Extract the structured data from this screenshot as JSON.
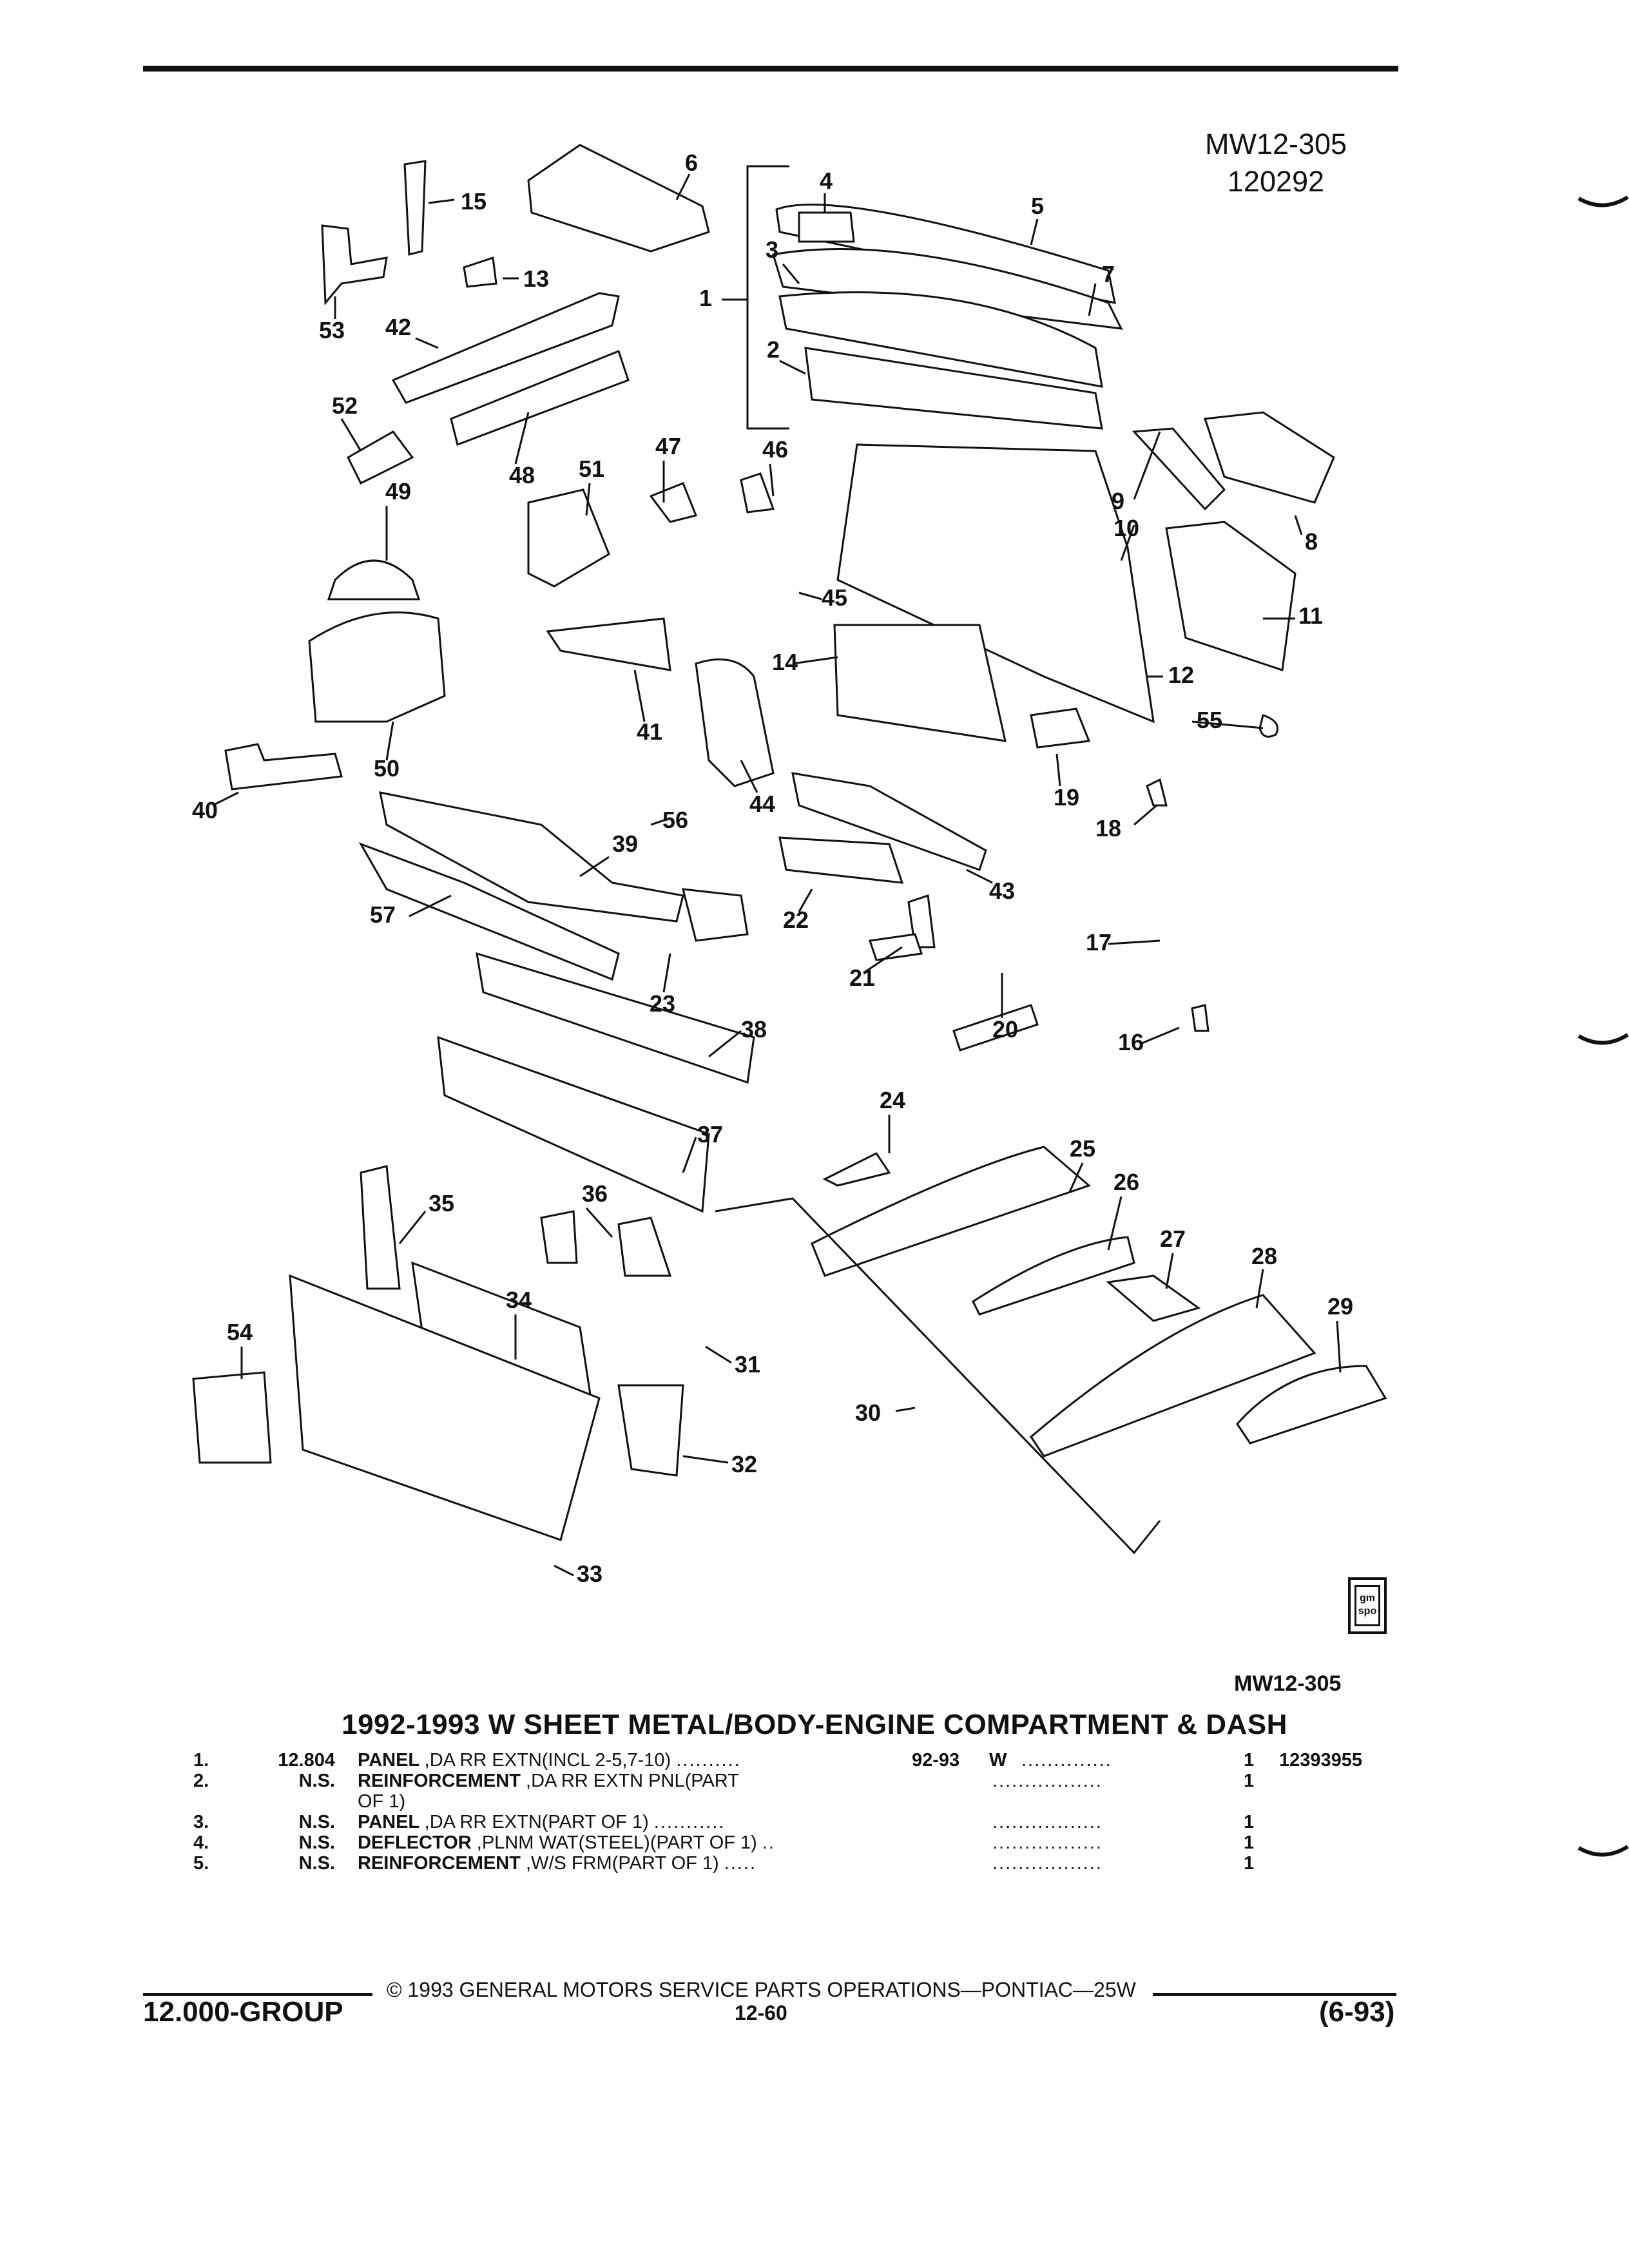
{
  "header": {
    "ref_code": "MW12-305",
    "ref_date": "120292"
  },
  "diagram": {
    "figure_code": "MW12-305",
    "callouts": [
      "1",
      "2",
      "3",
      "4",
      "5",
      "6",
      "7",
      "8",
      "9",
      "10",
      "11",
      "12",
      "13",
      "14",
      "15",
      "16",
      "17",
      "18",
      "19",
      "20",
      "21",
      "22",
      "23",
      "24",
      "25",
      "26",
      "27",
      "28",
      "29",
      "30",
      "31",
      "32",
      "33",
      "34",
      "35",
      "36",
      "37",
      "38",
      "39",
      "40",
      "41",
      "42",
      "43",
      "44",
      "45",
      "46",
      "47",
      "48",
      "49",
      "50",
      "51",
      "52",
      "53",
      "54",
      "55",
      "56",
      "57"
    ],
    "logo_text": "gm spo"
  },
  "parts": {
    "title": "1992-1993 W SHEET METAL/BODY-ENGINE COMPARTMENT & DASH",
    "rows": [
      {
        "num": "1.",
        "code": "12.804",
        "name": "PANEL",
        "desc": ",DA RR EXTN(INCL 2-5,7-10)",
        "dots1": "..........",
        "years": "92-93",
        "series": "W",
        "dots2": "..............",
        "qty": "1",
        "part": "12393955"
      },
      {
        "num": "2.",
        "code": "N.S.",
        "name": "REINFORCEMENT",
        "desc": ",DA RR EXTN PNL(PART OF 1)",
        "dots1": "",
        "years": "",
        "series": "",
        "dots2": ".................",
        "qty": "1",
        "part": ""
      },
      {
        "num": "3.",
        "code": "N.S.",
        "name": "PANEL",
        "desc": ",DA RR EXTN(PART OF 1)",
        "dots1": "...........",
        "years": "",
        "series": "",
        "dots2": ".................",
        "qty": "1",
        "part": ""
      },
      {
        "num": "4.",
        "code": "N.S.",
        "name": "DEFLECTOR",
        "desc": ",PLNM WAT(STEEL)(PART OF 1)",
        "dots1": "..",
        "years": "",
        "series": "",
        "dots2": ".................",
        "qty": "1",
        "part": ""
      },
      {
        "num": "5.",
        "code": "N.S.",
        "name": "REINFORCEMENT",
        "desc": ",W/S FRM(PART OF 1)",
        "dots1": ".....",
        "years": "",
        "series": "",
        "dots2": ".................",
        "qty": "1",
        "part": ""
      }
    ]
  },
  "footer": {
    "copyright": "© 1993 GENERAL MOTORS SERVICE PARTS OPERATIONS—PONTIAC—25W",
    "group": "12.000-GROUP",
    "page": "12-60",
    "date": "(6-93)"
  }
}
